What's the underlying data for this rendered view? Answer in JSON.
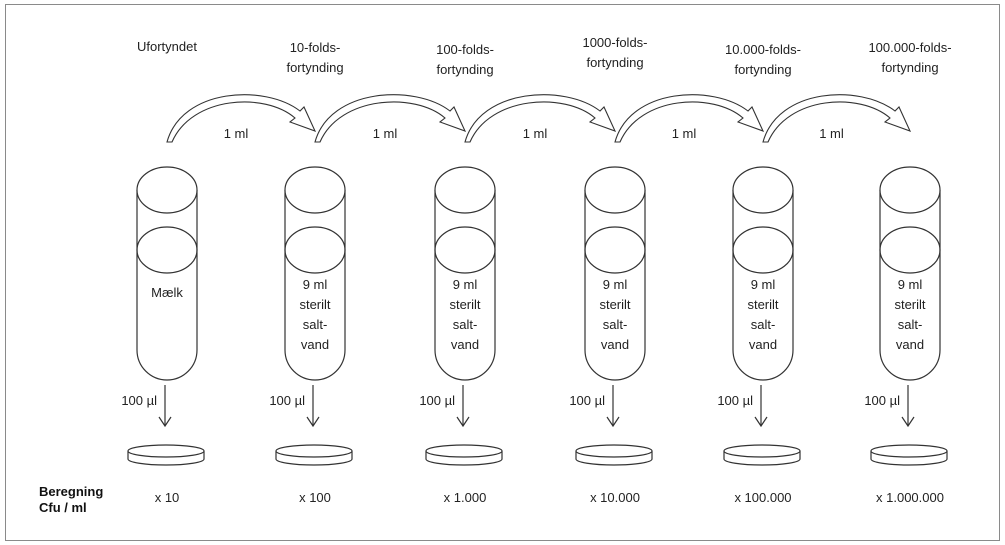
{
  "columns": [
    {
      "header": [
        "Ufortyndet"
      ],
      "contents": [
        "Mælk"
      ],
      "plate_volume": "100 µl",
      "factor": "x 10"
    },
    {
      "header": [
        "10-folds-",
        "fortynding"
      ],
      "contents": [
        "9 ml",
        "sterilt",
        "salt-",
        "vand"
      ],
      "plate_volume": "100 µl",
      "factor": "x 100"
    },
    {
      "header": [
        "100-folds-",
        "fortynding"
      ],
      "contents": [
        "9 ml",
        "sterilt",
        "salt-",
        "vand"
      ],
      "plate_volume": "100 µl",
      "factor": "x 1.000"
    },
    {
      "header": [
        "1000-folds-",
        "fortynding"
      ],
      "contents": [
        "9 ml",
        "sterilt",
        "salt-",
        "vand"
      ],
      "plate_volume": "100 µl",
      "factor": "x 10.000"
    },
    {
      "header": [
        "10.000-folds-",
        "fortynding"
      ],
      "contents": [
        "9 ml",
        "sterilt",
        "salt-",
        "vand"
      ],
      "plate_volume": "100 µl",
      "factor": "x 100.000"
    },
    {
      "header": [
        "100.000-folds-",
        "fortynding"
      ],
      "contents": [
        "9 ml",
        "sterilt",
        "salt-",
        "vand"
      ],
      "plate_volume": "100 µl",
      "factor": "x 1.000.000"
    }
  ],
  "transfers": [
    "1 ml",
    "1 ml",
    "1 ml",
    "1 ml",
    "1 ml"
  ],
  "calc_label": [
    "Beregning",
    "Cfu / ml"
  ],
  "colors": {
    "stroke": "#333333",
    "text": "#222222",
    "frame": "#8a8a8a"
  }
}
